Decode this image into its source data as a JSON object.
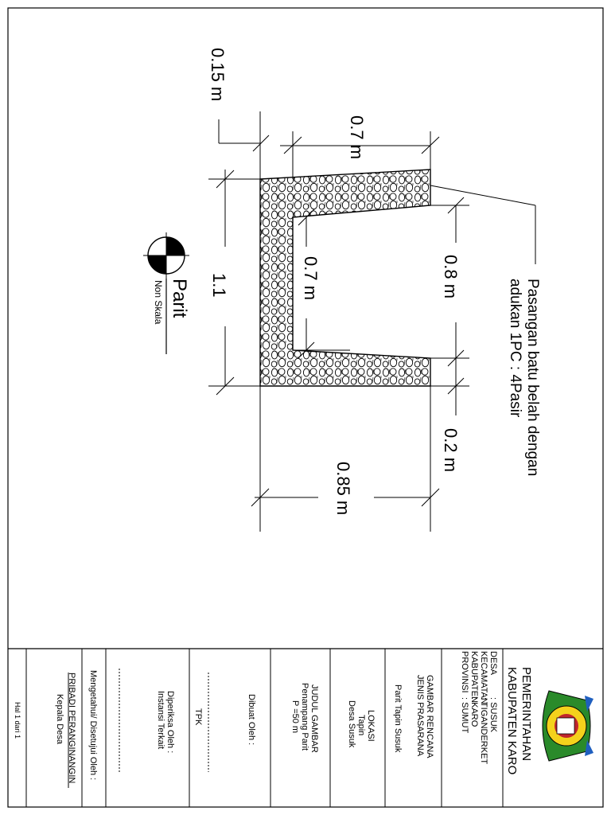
{
  "drawing": {
    "title": "Parit",
    "scale_note": "Non Skala",
    "material_label_line1": "Pasangan batu belah dengan",
    "material_label_line2": "adukan 1PC : 4Pasir",
    "dim_wall_top": "0.15 m",
    "dim_outer_top": "0.7 m",
    "dim_inner_depth": "0.7 m",
    "dim_total_height": "1.1",
    "dim_inner_width": "0.8 m",
    "dim_wall_bottom": "0.2 m",
    "dim_base": "0.85 m"
  },
  "title_block": {
    "gov_line1": "PEMERINTAHAN",
    "gov_line2": "KABUPATEN KARO",
    "admin_labels": [
      "DESA",
      "KECAMATAN",
      "KABUPATEN",
      "PROVINSI"
    ],
    "admin_values": [
      ": SUSUK",
      ": TIGANDERKET",
      ": KARO",
      ": SUMUT"
    ],
    "plan_title_line1": "GAMBAR RENCANA",
    "plan_title_line2": "JENIS PRASARANA",
    "plan_project": "Parit Tapin Susuk",
    "location_label": "LOKASI",
    "location_line1": "Tapin",
    "location_line2": "Desa Susuk",
    "drawing_title_label": "JUDUL GAMBAR",
    "drawing_title_line1": "Penampang Parit",
    "drawing_title_line2": "P =50 m",
    "made_by": "Dibuat Oleh :",
    "tpk": "TPK",
    "checked_by_line1": "Diperiksa Oleh :",
    "checked_by_line2": "Instansi Terkait",
    "approved_by": "Mengetahui/ Disetujui Oleh :",
    "signatory_name": "PRIBADI PERANGINANGIN",
    "signatory_title": "Kepala Desa",
    "page": "Hal 1 dari 1"
  }
}
